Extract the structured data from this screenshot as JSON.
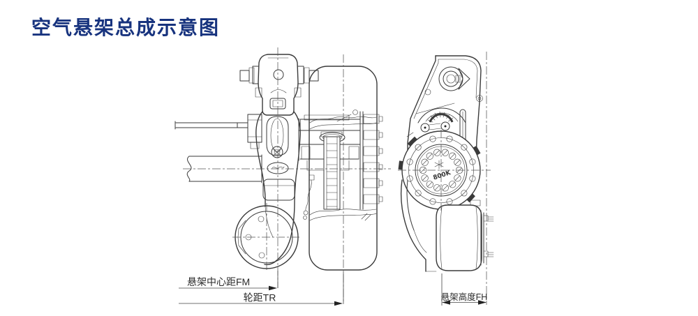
{
  "title": "空气悬架总成示意图",
  "colors": {
    "title_blue": "#17337e",
    "line": "#3a3a3a",
    "dimension_text": "#2b2b2b",
    "background": "#ffffff"
  },
  "diagram": {
    "hub_marking": "800K",
    "dimensions": {
      "fm_label": "悬架中心距FM",
      "tr_label": "轮距TR",
      "fh_label": "悬架高度FH"
    }
  }
}
